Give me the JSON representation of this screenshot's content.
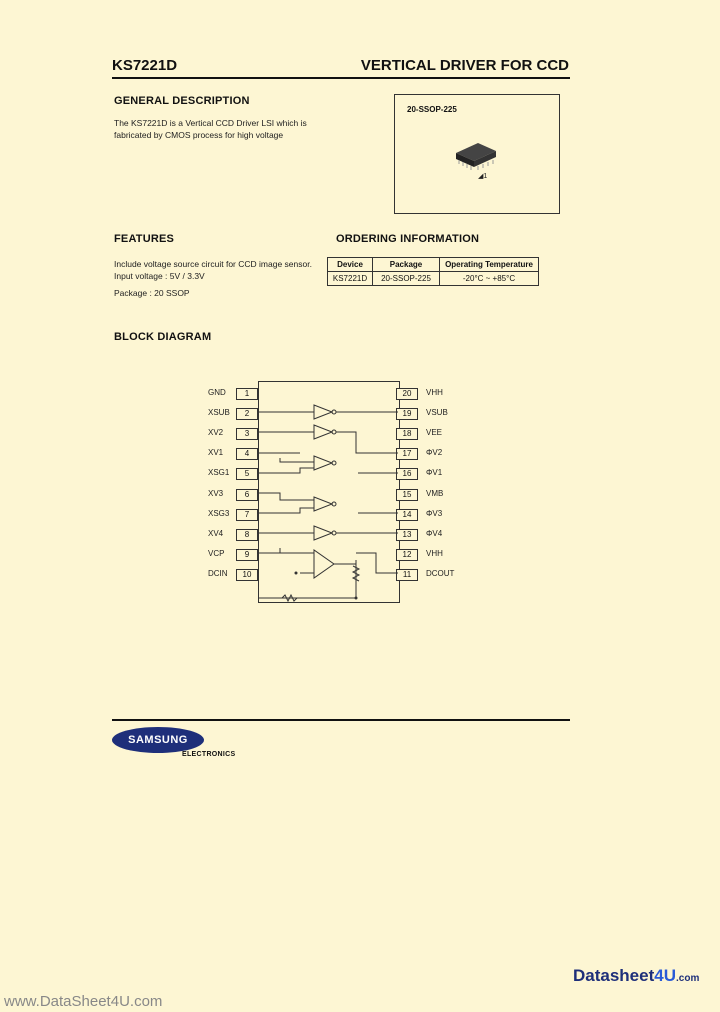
{
  "header": {
    "part_number": "KS7221D",
    "title": "VERTICAL DRIVER FOR CCD"
  },
  "general": {
    "heading": "GENERAL  DESCRIPTION",
    "line1": "The KS7221D  is a Vertical CCD Driver LSI which is",
    "line2": "fabricated  by  CMOS  process  for high  voltage"
  },
  "package_box": {
    "label": "20-SSOP-225"
  },
  "features": {
    "heading": "FEATURES",
    "items": [
      "Include voltage source circuit for CCD image sensor.",
      "Input voltage : 5V / 3.3V",
      "Package : 20 SSOP"
    ]
  },
  "ordering": {
    "heading": "ORDERING  INFORMATION",
    "columns": [
      "Device",
      "Package",
      "Operating Temperature"
    ],
    "row": [
      "KS7221D",
      "20-SSOP-225",
      "-20°C ~ +85°C"
    ]
  },
  "block": {
    "heading": "BLOCK  DIAGRAM",
    "left_pins": [
      {
        "name": "GND",
        "num": "1"
      },
      {
        "name": "XSUB",
        "num": "2"
      },
      {
        "name": "XV2",
        "num": "3"
      },
      {
        "name": "XV1",
        "num": "4"
      },
      {
        "name": "XSG1",
        "num": "5"
      },
      {
        "name": "XV3",
        "num": "6"
      },
      {
        "name": "XSG3",
        "num": "7"
      },
      {
        "name": "XV4",
        "num": "8"
      },
      {
        "name": "VCP",
        "num": "9"
      },
      {
        "name": "DCIN",
        "num": "10"
      }
    ],
    "right_pins": [
      {
        "name": "VHH",
        "num": "20"
      },
      {
        "name": "VSUB",
        "num": "19"
      },
      {
        "name": "VEE",
        "num": "18"
      },
      {
        "name": "ΦV2",
        "num": "17"
      },
      {
        "name": "ΦV1",
        "num": "16"
      },
      {
        "name": "VMB",
        "num": "15"
      },
      {
        "name": "ΦV3",
        "num": "14"
      },
      {
        "name": "ΦV4",
        "num": "13"
      },
      {
        "name": "VHH",
        "num": "12"
      },
      {
        "name": "DCOUT",
        "num": "11"
      }
    ]
  },
  "footer": {
    "brand": "SAMSUNG",
    "sub": "ELECTRONICS",
    "watermark": "www.DataSheet4U.com",
    "logo_a": "Datasheet",
    "logo_b": "4U",
    "logo_c": ".com"
  }
}
